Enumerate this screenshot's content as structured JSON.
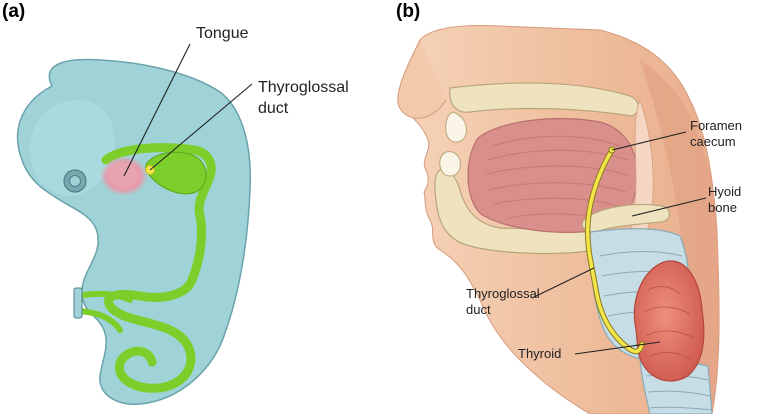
{
  "panels": {
    "a": {
      "label": "(a)",
      "labels": {
        "tongue": "Tongue",
        "thyroglossal_duct_line1": "Thyroglossal",
        "thyroglossal_duct_line2": "duct"
      }
    },
    "b": {
      "label": "(b)",
      "labels": {
        "foramen_caecum_line1": "Foramen",
        "foramen_caecum_line2": "caecum",
        "hyoid_bone_line1": "Hyoid",
        "hyoid_bone_line2": "bone",
        "thyroglossal_duct_line1": "Thyroglossal",
        "thyroglossal_duct_line2": "duct",
        "thyroid": "Thyroid"
      }
    }
  },
  "colors": {
    "embryo": "#9fd3d8",
    "embryo_outline": "#6aa3ab",
    "duct_green": "#7ccf2a",
    "tongue_pink": "#e7a8b3",
    "skin": "#f0c6a8",
    "skin_shadow": "#e4a98a",
    "bone": "#efe3bf",
    "tongue_muscle": "#d98f8c",
    "duct_yellow": "#f3e54a",
    "thyroid": "#e2776a",
    "cartilage": "#c6dde6"
  }
}
